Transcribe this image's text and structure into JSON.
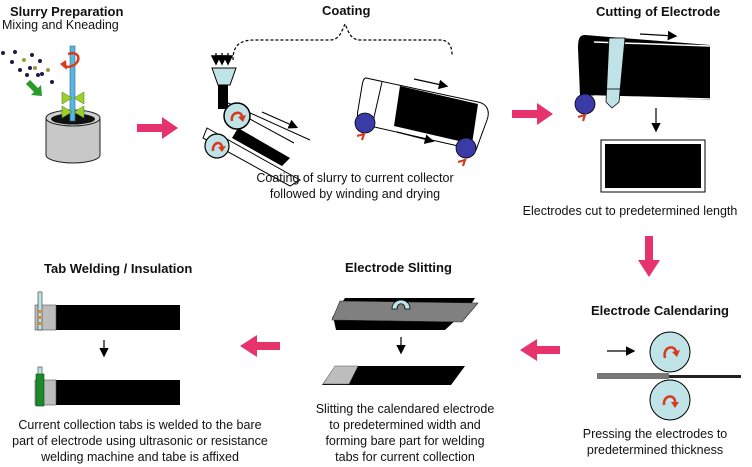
{
  "colors": {
    "flow_arrow": "#e6336b",
    "roller_blue": "#3b3ba8",
    "roller_light": "#bfe3e6",
    "rotation_arrow": "#d83a1c",
    "electrode": "#000000",
    "bare_part": "#bdbdbd",
    "insulation_tape": "#1a8a2a",
    "container": "#c8c8c8"
  },
  "steps": [
    {
      "id": "slurry-preparation",
      "title": "Slurry Preparation",
      "subtitle": "Mixing and Kneading",
      "caption": []
    },
    {
      "id": "coating",
      "title": "Coating",
      "caption": [
        "Coating of slurry to current collector",
        "followed by winding and drying"
      ]
    },
    {
      "id": "cutting",
      "title": "Cutting of Electrode",
      "caption": [
        "Electrodes cut to predetermined length"
      ]
    },
    {
      "id": "calendaring",
      "title": "Electrode Calendaring",
      "caption": [
        "Pressing the electrodes to",
        "predetermined thickness"
      ]
    },
    {
      "id": "slitting",
      "title": "Electrode Slitting",
      "caption": [
        "Slitting the calendared electrode",
        "to predetermined width and",
        "forming bare part for welding",
        "tabs for current collection"
      ]
    },
    {
      "id": "tab-welding",
      "title": "Tab Welding / Insulation",
      "caption": [
        "Current collection tabs is welded to the bare",
        "part of electrode using ultrasonic or resistance",
        "welding machine and tabe is affixed"
      ]
    }
  ],
  "flow_arrows": [
    {
      "from": "slurry-preparation",
      "to": "coating",
      "direction": "right"
    },
    {
      "from": "coating",
      "to": "cutting",
      "direction": "right"
    },
    {
      "from": "cutting",
      "to": "calendaring",
      "direction": "down"
    },
    {
      "from": "calendaring",
      "to": "slitting",
      "direction": "left"
    },
    {
      "from": "slitting",
      "to": "tab-welding",
      "direction": "left"
    }
  ]
}
